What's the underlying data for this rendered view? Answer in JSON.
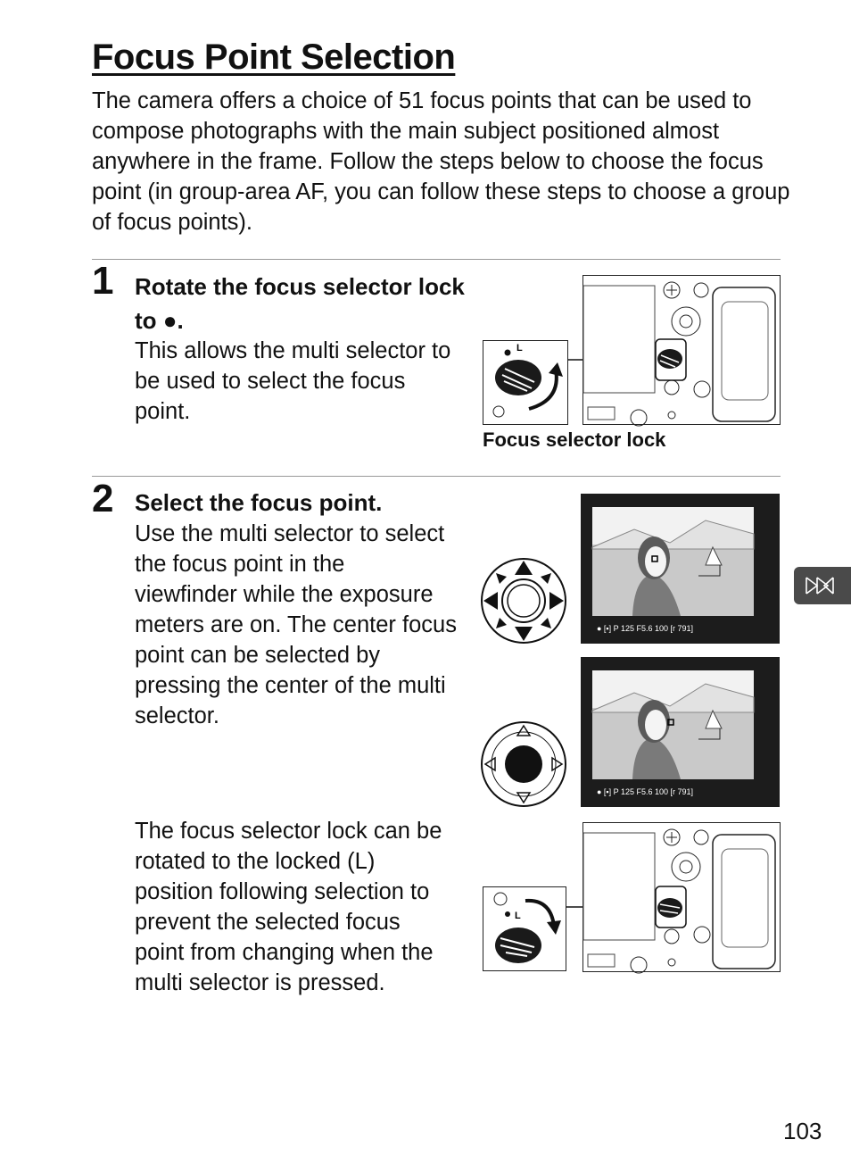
{
  "page": {
    "title": "Focus Point Selection",
    "intro": "The camera offers a choice of 51 focus points that can be used to compose photographs with the main subject positioned almost anywhere in the frame.  Follow the steps below to choose the focus point (in group-area AF, you can follow these steps to choose a group of focus points).",
    "page_number": "103"
  },
  "step1": {
    "number": "1",
    "title": "Rotate the focus selector lock to ●.",
    "body_lines": [
      "This allows the multi selector to",
      "be used to select the focus",
      "point."
    ],
    "caption": "Focus selector lock",
    "dial_label": "L"
  },
  "step2": {
    "number": "2",
    "title": "Select the focus point.",
    "body_lines": [
      "Use the multi selector to select",
      "the focus point in the",
      "viewfinder while the exposure",
      "meters are on.  The center focus",
      "point can be selected by",
      "pressing the center of the multi",
      "selector."
    ],
    "lock_lines": [
      "The focus selector lock can be",
      "rotated to the locked (L)",
      "position following selection to",
      "prevent the selected focus",
      "point from changing when the",
      "multi selector is pressed."
    ],
    "viewfinder_readout": "● [▪] P  125  F5.6  100  [r 791]"
  },
  "icons": {
    "section_tab": "af-focus-icon"
  }
}
